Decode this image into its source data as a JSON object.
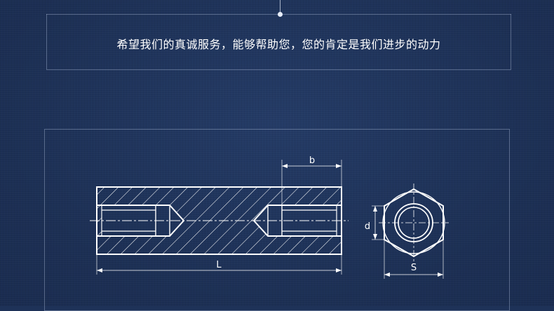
{
  "slogan": "希望我们的真诚服务，能够帮助您，您的肯定是我们进步的动力",
  "dimensions": {
    "b": "b",
    "L": "L",
    "d": "d",
    "S": "S"
  },
  "colors": {
    "background": "#1e3258",
    "line": "#ffffff"
  }
}
